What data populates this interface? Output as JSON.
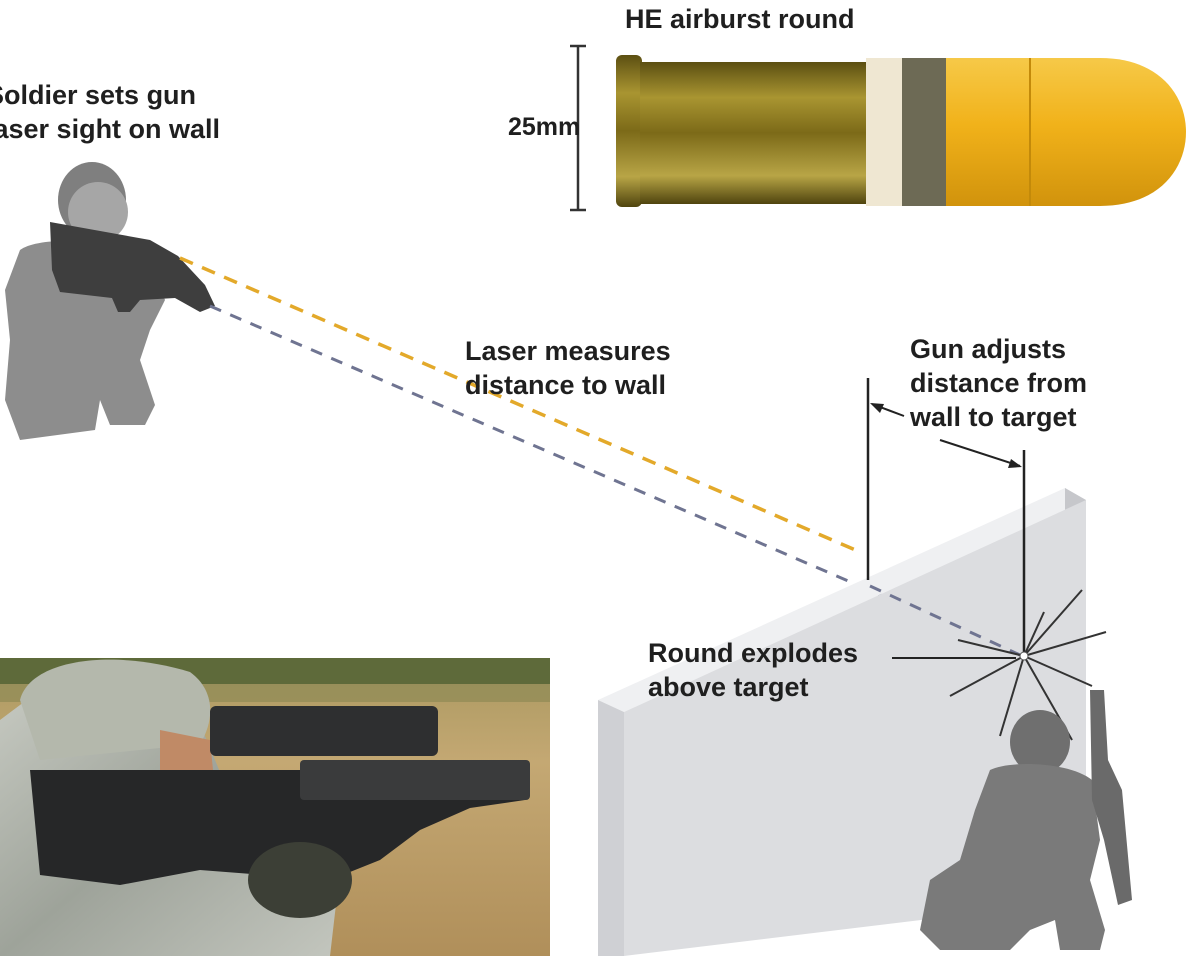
{
  "labels": {
    "round_title": "HE airburst round",
    "caliber": "25mm",
    "soldier_line1": "Soldier sets gun",
    "soldier_line2": "laser sight on wall",
    "laser_line1": "Laser measures",
    "laser_line2": "distance to wall",
    "gun_line1": "Gun adjusts",
    "gun_line2": "distance from",
    "gun_line3": "wall to target",
    "explodes_line1": "Round explodes",
    "explodes_line2": "above target"
  },
  "colors": {
    "laser_yellow": "#e3a92a",
    "laser_blue": "#6f7491",
    "silhouette": "#8c8c8c",
    "wall_front": "#dcdde0",
    "wall_top": "#eeeff1",
    "wall_side": "#c9cace",
    "round_brass": "#8e7a1e",
    "round_tip": "#f3b51e",
    "round_band_light": "#efe6cf",
    "round_band_dark": "#6f6a52",
    "photo_grass": "#b99f68"
  },
  "icons": {
    "shooter": "kneeling-soldier-silhouette",
    "target": "crouching-soldier-silhouette",
    "burst": "explosion-burst-icon",
    "photo": "soldier-with-xm25-photo"
  }
}
